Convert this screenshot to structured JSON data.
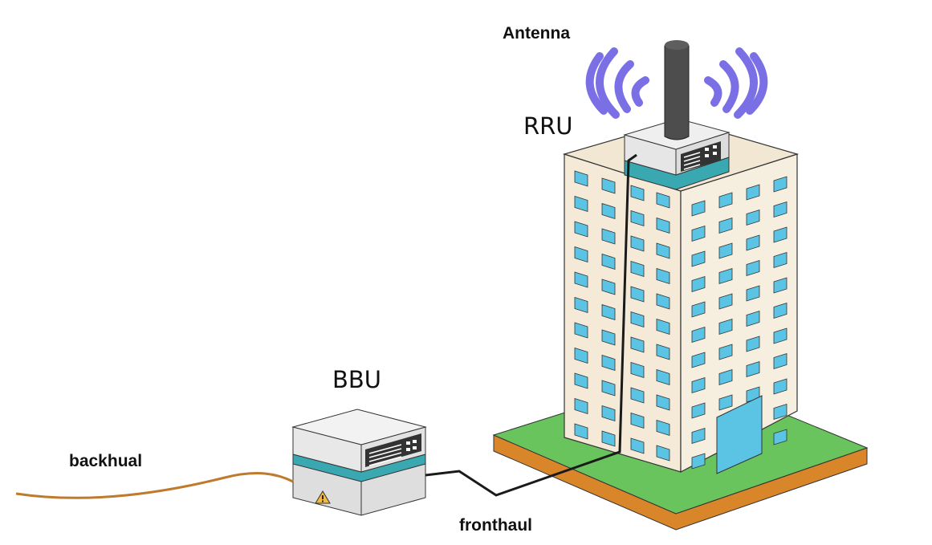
{
  "labels": {
    "antenna": "Antenna",
    "rru": "RRU",
    "bbu": "BBU",
    "backhaul": "backhual",
    "fronthaul": "fronthaul"
  },
  "colors": {
    "signal": "#7b6fe6",
    "window": "#5bc4e5",
    "building_face": "#f4ead7",
    "grass": "#69c45e",
    "soil": "#d9852a",
    "backhaul_cable": "#c07a2e",
    "fronthaul_cable": "#1a1a1a"
  },
  "icons": {
    "warning": "warning-triangle-icon"
  }
}
